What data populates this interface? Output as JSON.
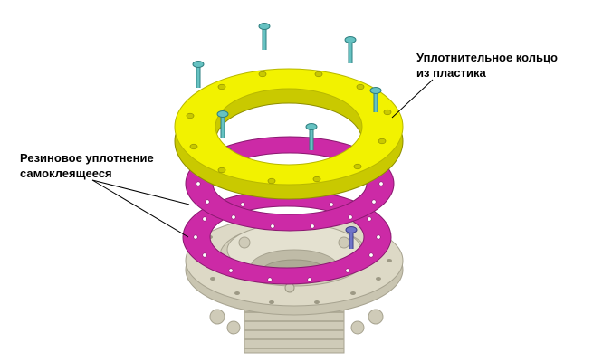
{
  "labels": {
    "plastic_ring": {
      "line1": "Уплотнительное кольцо",
      "line2": "из пластика"
    },
    "rubber_seal": {
      "line1": "Резиновое уплотнение",
      "line2": "самоклеящееся"
    }
  },
  "colors": {
    "plastic_ring": "#f2f200",
    "plastic_ring_edge": "#b8b800",
    "rubber_gasket": "#cc2aa6",
    "rubber_gasket_edge": "#8a1a70",
    "flange_body": "#ddd9c6",
    "flange_edge": "#a7a390",
    "screw": "#66c2c2",
    "screw_edge": "#2f7f80",
    "accent_screw": "#6f74c9",
    "leader_line": "#000000"
  }
}
